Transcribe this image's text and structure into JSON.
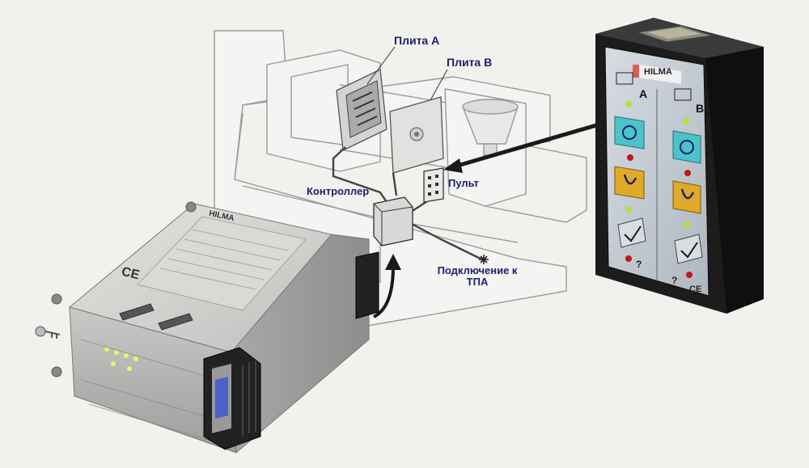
{
  "labels": {
    "plate_a": "Плита A",
    "plate_b": "Плита B",
    "remote": "Пульт",
    "controller": "Контроллер",
    "connection_line1": "Подключение к",
    "connection_line2": "ТПА"
  },
  "remote_panel": {
    "brand": "HILMA",
    "channel_a": "A",
    "channel_b": "B",
    "ce_mark": "CE",
    "question_mark": "?"
  },
  "controller_box": {
    "brand": "HILMA",
    "ce_mark": "CE"
  },
  "colors": {
    "label_text": "#1b1f6e",
    "remote_body": "#1c1c1c",
    "remote_face": "#c7ced6",
    "clamp_button": "#4cc3c9",
    "unclamp_button": "#e0a92a",
    "led_green": "#b7e03c",
    "led_red": "#c01818",
    "background": "#f1f1ee"
  }
}
